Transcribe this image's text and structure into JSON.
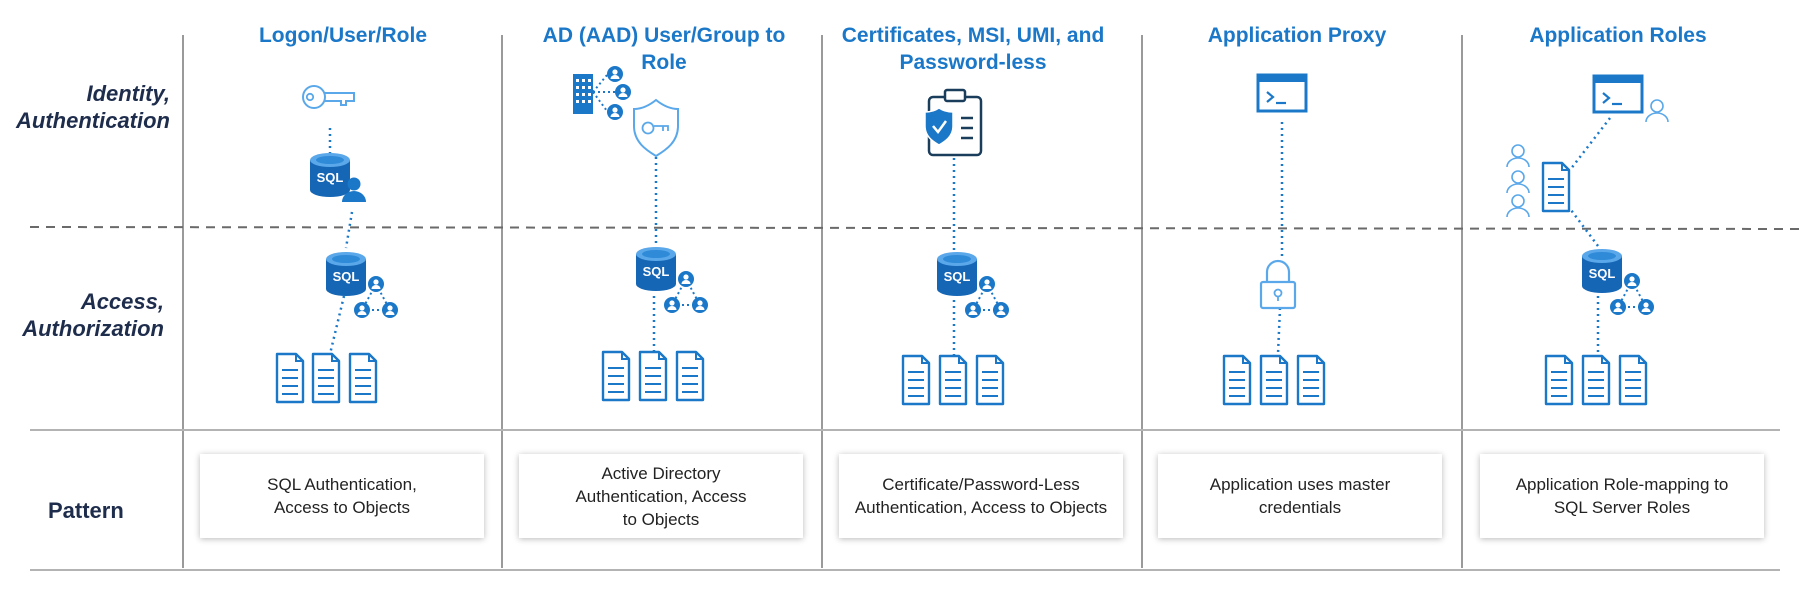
{
  "colors": {
    "accent": "#1b78c8",
    "label": "#1f2d4d",
    "grid": "#9a9a9a"
  },
  "rows": {
    "identity": "Identity,\nAuthentication",
    "access": "Access,\nAuthorization",
    "pattern": "Pattern"
  },
  "columns": [
    {
      "title": "Logon/User/Role",
      "pattern": "SQL Authentication,\nAccess to Objects"
    },
    {
      "title": "AD (AAD) User/Group to\nRole",
      "pattern": "Active Directory\nAuthentication, Access\nto Objects"
    },
    {
      "title": "Certificates, MSI, UMI,  and\nPassword-less",
      "pattern": "Certificate/Password-Less\nAuthentication, Access to Objects"
    },
    {
      "title": "Application Proxy",
      "pattern": "Application uses master\ncredentials"
    },
    {
      "title": "Application Roles",
      "pattern": "Application Role-mapping to\nSQL Server Roles"
    }
  ],
  "icon_labels": {
    "db": "SQL"
  },
  "icons": {
    "col1_identity": [
      "key-icon",
      "sql-database-user-icon"
    ],
    "col2_identity": [
      "building-group-icon",
      "shield-key-icon"
    ],
    "col3_identity": [
      "clipboard-shield-icon"
    ],
    "col4_identity": [
      "terminal-window-icon"
    ],
    "col5_identity": [
      "terminal-window-icon",
      "user-icon",
      "users-document-icon"
    ],
    "access": [
      "sql-database-roles-icon",
      "lock-icon",
      "documents-icon"
    ]
  }
}
